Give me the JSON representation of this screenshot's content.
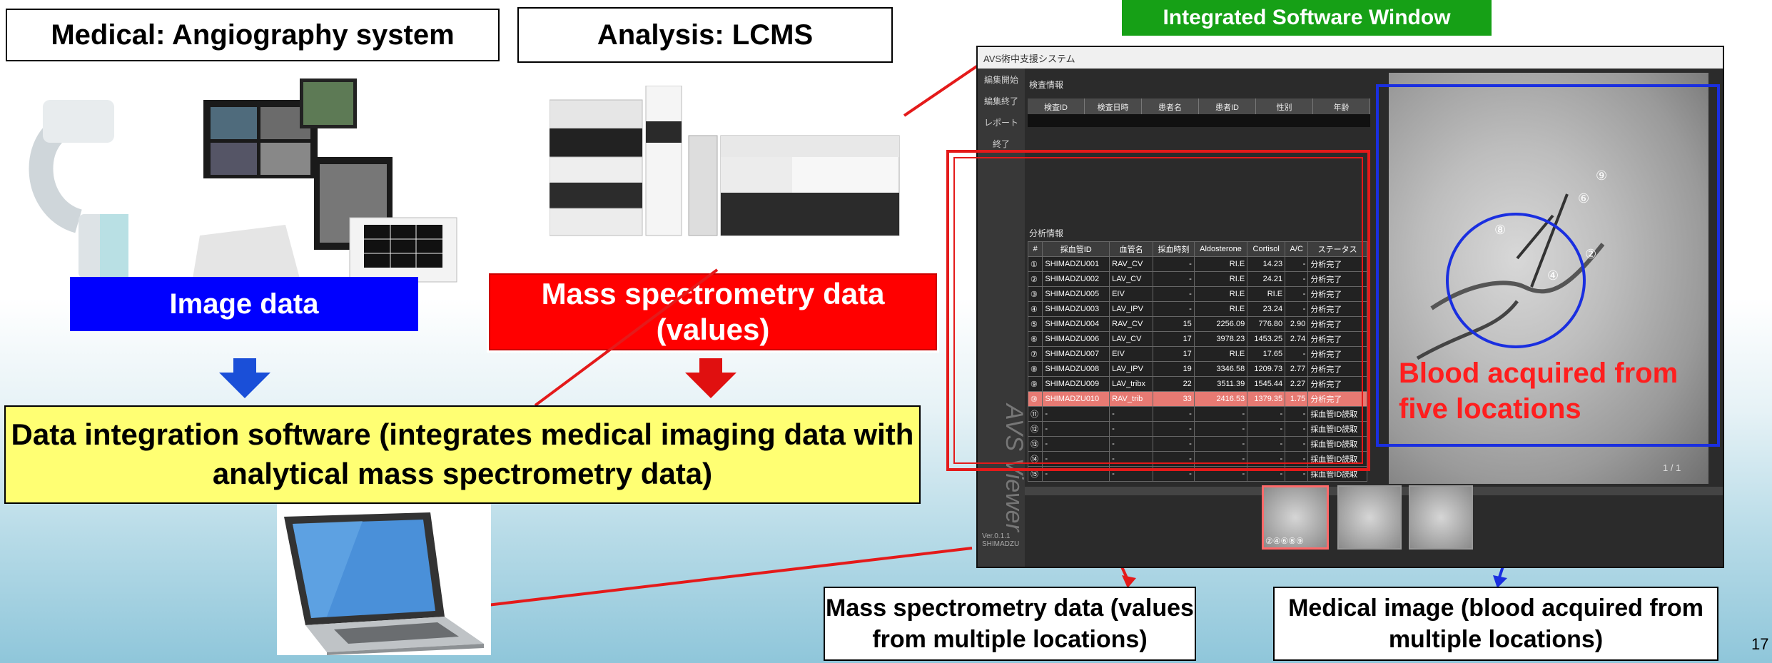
{
  "labels": {
    "medical": "Medical: Angiography system",
    "analysis": "Analysis: LCMS",
    "image_data": "Image data",
    "ms_data": "Mass spectrometry data (values)",
    "integration": "Data integration software (integrates medical imaging data with analytical mass spectrometry data)",
    "window_title": "Integrated Software Window",
    "blood_note": "Blood acquired from five locations",
    "caption_ms": "Mass spectrometry data (values from multiple locations)",
    "caption_img": "Medical image (blood acquired from multiple locations)",
    "page_number": "17"
  },
  "software": {
    "app_title": "AVS術中支援システム",
    "menu": [
      "編集開始",
      "編集終了",
      "レポート",
      "終了"
    ],
    "exam_section": "検査情報",
    "exam_headers": [
      "検査ID",
      "検査日時",
      "患者名",
      "患者ID",
      "性別",
      "年齢"
    ],
    "analysis_section": "分析情報",
    "analysis_headers": [
      "#",
      "採血管ID",
      "血管名",
      "採血時刻",
      "Aldosterone",
      "Cortisol",
      "A/C",
      "ステータス"
    ],
    "rows": [
      [
        "①",
        "SHIMADZU001",
        "RAV_CV",
        "-",
        "RI.E",
        "14.23",
        "-",
        "分析完了"
      ],
      [
        "②",
        "SHIMADZU002",
        "LAV_CV",
        "-",
        "RI.E",
        "24.21",
        "-",
        "分析完了"
      ],
      [
        "③",
        "SHIMADZU005",
        "EIV",
        "-",
        "RI.E",
        "RI.E",
        "-",
        "分析完了"
      ],
      [
        "④",
        "SHIMADZU003",
        "LAV_IPV",
        "-",
        "RI.E",
        "23.24",
        "-",
        "分析完了"
      ],
      [
        "⑤",
        "SHIMADZU004",
        "RAV_CV",
        "15",
        "2256.09",
        "776.80",
        "2.90",
        "分析完了"
      ],
      [
        "⑥",
        "SHIMADZU006",
        "LAV_CV",
        "17",
        "3978.23",
        "1453.25",
        "2.74",
        "分析完了"
      ],
      [
        "⑦",
        "SHIMADZU007",
        "EIV",
        "17",
        "RI.E",
        "17.65",
        "-",
        "分析完了"
      ],
      [
        "⑧",
        "SHIMADZU008",
        "LAV_IPV",
        "19",
        "3346.58",
        "1209.73",
        "2.77",
        "分析完了"
      ],
      [
        "⑨",
        "SHIMADZU009",
        "LAV_tribx",
        "22",
        "3511.39",
        "1545.44",
        "2.27",
        "分析完了"
      ],
      [
        "⑩",
        "SHIMADZU010",
        "RAV_trib",
        "33",
        "2416.53",
        "1379.35",
        "1.75",
        "分析完了"
      ],
      [
        "⑪",
        "-",
        "-",
        "-",
        "-",
        "-",
        "-",
        "採血管ID読取"
      ],
      [
        "⑫",
        "-",
        "-",
        "-",
        "-",
        "-",
        "-",
        "採血管ID読取"
      ],
      [
        "⑬",
        "-",
        "-",
        "-",
        "-",
        "-",
        "-",
        "採血管ID読取"
      ],
      [
        "⑭",
        "-",
        "-",
        "-",
        "-",
        "-",
        "-",
        "採血管ID読取"
      ],
      [
        "⑮",
        "-",
        "-",
        "-",
        "-",
        "-",
        "-",
        "採血管ID読取"
      ]
    ],
    "highlight_row": 9,
    "watermark": "AVS Viewer",
    "version": "Ver.0.1.1 SHIMADZU",
    "page_indicator": "1 / 1",
    "image_markers": [
      "⑨",
      "⑥",
      "⑧",
      "②",
      "④"
    ],
    "thumb_label": "②④⑥⑧⑨"
  },
  "colors": {
    "blue": "#0000ff",
    "red": "#ff0000",
    "yellow": "#ffff73",
    "green": "#16a016",
    "highlight": "#e77a73"
  }
}
